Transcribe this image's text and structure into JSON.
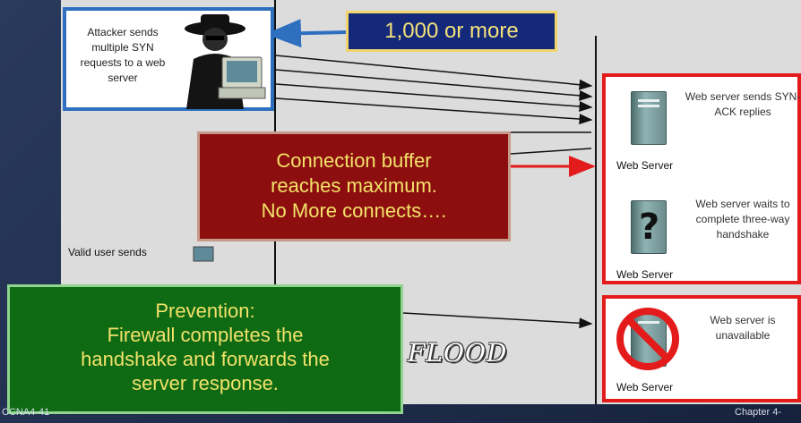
{
  "attacker_box": {
    "text": "Attacker sends multiple SYN requests to a web server"
  },
  "syn_count_badge": {
    "text": "1,000 or more"
  },
  "buffer_callout": {
    "lines": [
      "Connection buffer",
      "reaches maximum.",
      "No More connects…."
    ]
  },
  "valid_user": {
    "text": "Valid user sends"
  },
  "prevention_callout": {
    "lines": [
      "Prevention:",
      "Firewall completes the",
      "handshake and forwards the",
      "server response."
    ]
  },
  "servers": [
    {
      "label": "Web Server",
      "description": "Web server sends SYN-ACK replies"
    },
    {
      "label": "Web Server",
      "description": "Web server waits to complete three-way handshake"
    },
    {
      "label": "Web Server",
      "description": "Web server is unavailable"
    }
  ],
  "flood_text": "FLOOD",
  "footer": {
    "left": "CCNA4-41",
    "right": "Chapter 4-"
  },
  "colors": {
    "accent_blue": "#2e6fc0",
    "alert_red": "#e31b1b",
    "callout_red": "#8d0e0e",
    "callout_green": "#0f6a14",
    "callout_text": "#f2e26a"
  }
}
